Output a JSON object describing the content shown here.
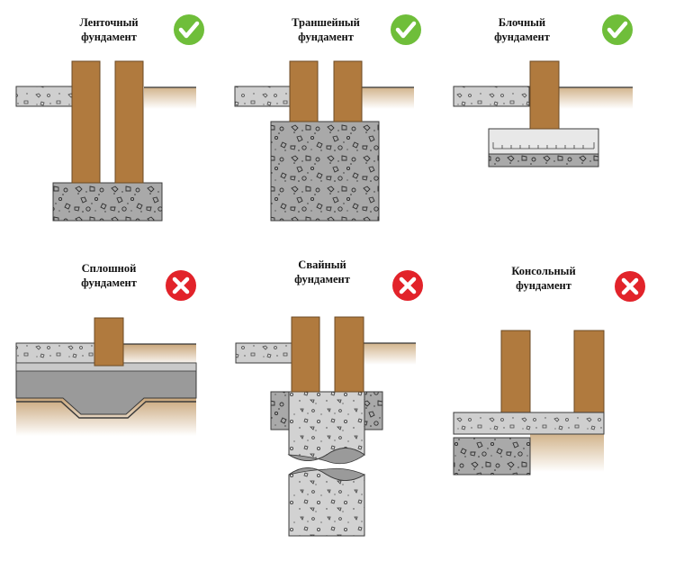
{
  "colors": {
    "brick": "#b07a3e",
    "brick_edge": "#6b4a24",
    "concrete": "#bdbdbd",
    "concrete_dark": "#8e8e8e",
    "edge": "#3b3b3b",
    "soil_top": "#d8c0a0",
    "ok": "#6fbe3a",
    "bad": "#e2232a"
  },
  "panels": [
    {
      "id": "lentochny",
      "title": [
        "Ленточный",
        "фундамент"
      ],
      "ok": true
    },
    {
      "id": "transheyny",
      "title": [
        "Траншейный",
        "фундамент"
      ],
      "ok": true
    },
    {
      "id": "blochny",
      "title": [
        "Блочный",
        "фундамент"
      ],
      "ok": true
    },
    {
      "id": "sploshnoy",
      "title": [
        "Сплошной",
        "фундамент"
      ],
      "ok": false
    },
    {
      "id": "svayny",
      "title": [
        "Свайный",
        "фундамент"
      ],
      "ok": false
    },
    {
      "id": "konsolny",
      "title": [
        "Консольный",
        "фундамент"
      ],
      "ok": false
    }
  ],
  "icons": {
    "ok": "check-icon",
    "bad": "cross-icon"
  }
}
